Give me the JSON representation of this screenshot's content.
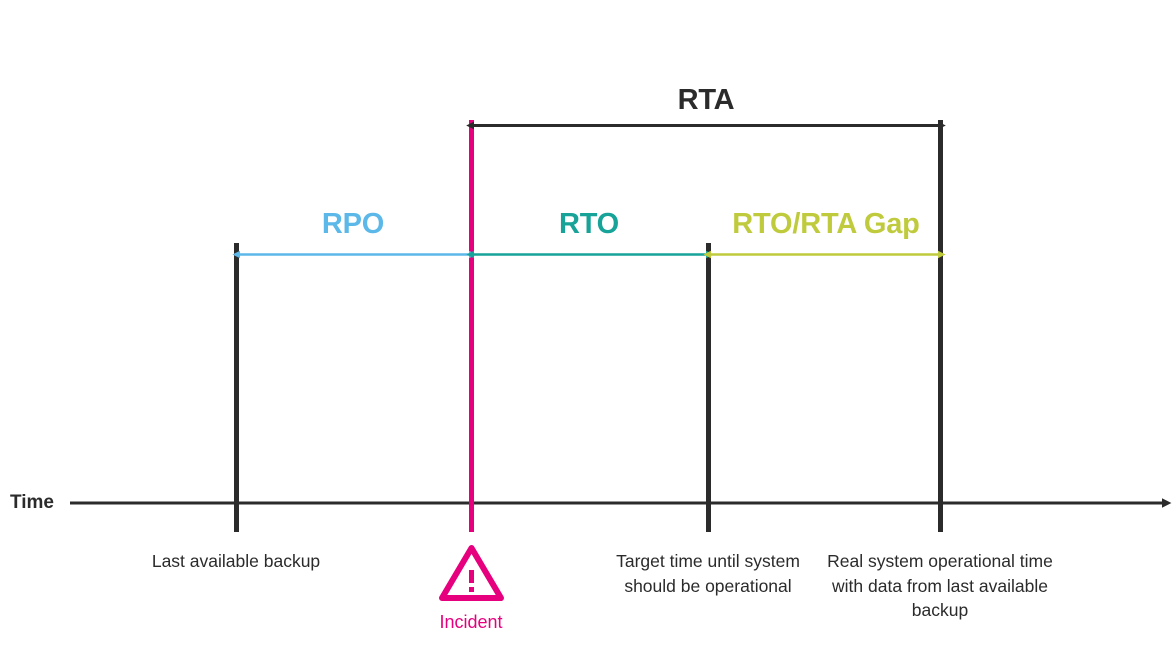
{
  "diagram": {
    "title_axis": "Time",
    "colors": {
      "rpo": "#5bb8e8",
      "rto": "#17a398",
      "gap": "#bfcb3c",
      "rta": "#2b2b2b",
      "incident": "#e6007e",
      "axis": "#2b2b2b",
      "background": "#ffffff"
    },
    "segments": [
      {
        "key": "rpo",
        "label": "RPO",
        "color": "#5bb8e8",
        "from_event": "last-available-backup",
        "to_event": "incident",
        "arrow": "double"
      },
      {
        "key": "rto",
        "label": "RTO",
        "color": "#17a398",
        "from_event": "incident",
        "to_event": "target-time",
        "arrow": "double"
      },
      {
        "key": "gap",
        "label": "RTO/RTA Gap",
        "color": "#bfcb3c",
        "from_event": "target-time",
        "to_event": "real-system-time",
        "arrow": "double"
      },
      {
        "key": "rta",
        "label": "RTA",
        "color": "#2b2b2b",
        "from_event": "incident",
        "to_event": "real-system-time",
        "arrow": "double"
      }
    ],
    "events": [
      {
        "key": "last-available-backup",
        "caption": "Last available\nbackup",
        "color": "#2b2b2b",
        "marker": "line"
      },
      {
        "key": "incident",
        "caption": "Incident",
        "color": "#e6007e",
        "marker": "warning-triangle"
      },
      {
        "key": "target-time",
        "caption": "Target time until\nsystem should be\noperational",
        "color": "#2b2b2b",
        "marker": "line"
      },
      {
        "key": "real-system-time",
        "caption": "Real system\noperational time with\ndata from last\navailable backup",
        "color": "#2b2b2b",
        "marker": "line"
      }
    ]
  }
}
